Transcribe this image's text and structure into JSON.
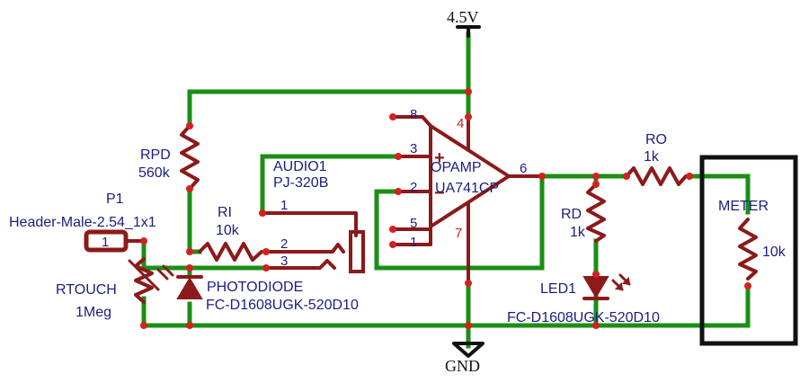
{
  "power": {
    "vcc_label": "4.5V",
    "gnd_label": "GND"
  },
  "components": {
    "p1": {
      "name": "P1",
      "value": "Header-Male-2.54_1x1",
      "pin": "1"
    },
    "rpd": {
      "name": "RPD",
      "value": "560k"
    },
    "ri": {
      "name": "RI",
      "value": "10k"
    },
    "rtouch": {
      "name": "RTOUCH",
      "value": "1Meg"
    },
    "photodiode": {
      "name": "PHOTODIODE",
      "value": "FC-D1608UGK-520D10"
    },
    "audio": {
      "name": "AUDIO1",
      "value": "PJ-320B",
      "pins": [
        "1",
        "2",
        "3"
      ]
    },
    "opamp": {
      "name": "OPAMP",
      "value": "UA741CP",
      "pins": [
        "8",
        "3",
        "2",
        "5",
        "1",
        "4",
        "7",
        "6"
      ],
      "plus": "+",
      "minus": "−"
    },
    "rd": {
      "name": "RD",
      "value": "1k"
    },
    "led": {
      "name": "LED1",
      "value": "FC-D1608UGK-520D10"
    },
    "ro": {
      "name": "RO",
      "value": "1k"
    },
    "meter": {
      "name": "METER",
      "value": "10k"
    }
  },
  "colors": {
    "wire": "#1a8f14",
    "symbol": "#8b1a1a",
    "junction": "#d42020",
    "text": "#1b1e80"
  }
}
